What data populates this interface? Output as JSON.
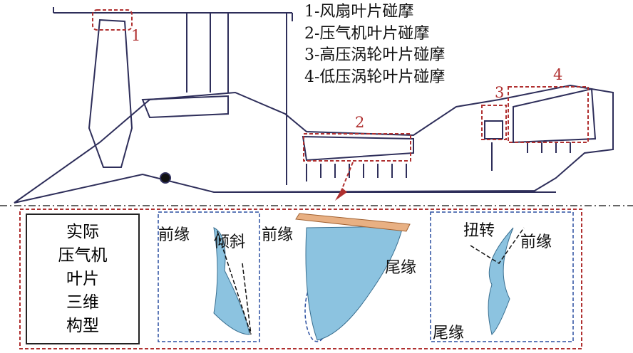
{
  "legend": {
    "items": [
      "1-风扇叶片碰摩",
      "2-压气机叶片碰摩",
      "3-高压涡轮叶片碰摩",
      "4-低压涡轮叶片碰摩"
    ]
  },
  "markers": [
    "1",
    "2",
    "3",
    "4"
  ],
  "panel_title_lines": [
    "实际",
    "压气机",
    "叶片",
    "三维",
    "构型"
  ],
  "blade_labels": {
    "left_leading": "前缘",
    "left_tilt": "倾斜",
    "mid_leading": "前缘",
    "mid_trailing": "尾缘",
    "right_twist": "扭转",
    "right_leading": "前缘",
    "right_trailing": "尾缘"
  },
  "colors": {
    "line": "#2e2e5a",
    "highlight": "#b03030",
    "blade": "#8cc3e0",
    "blade_dash": "#2a4fa0",
    "casing": "#e8b083"
  }
}
